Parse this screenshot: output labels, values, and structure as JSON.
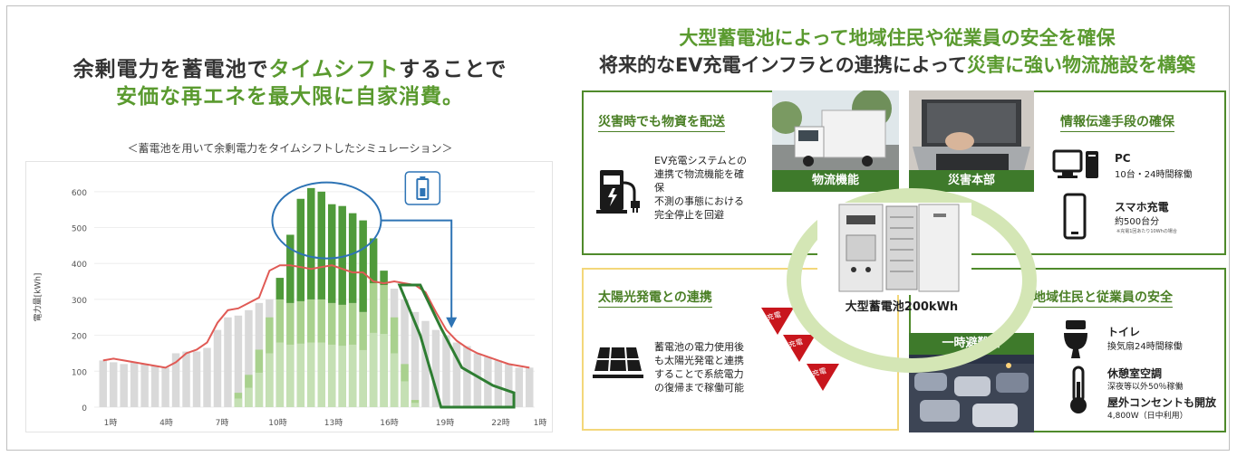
{
  "left": {
    "headline_line1_a": "余剰電力を蓄電池で",
    "headline_line1_b": "タイムシフト",
    "headline_line1_c": "することで",
    "headline_line2": "安価な再エネを最大限に自家消費。",
    "sim_caption": "＜蓄電池を用いて余剰電力をタイムシフトしたシミュレーション＞"
  },
  "chart_data": {
    "type": "bar",
    "ylabel": "電力量[kWh]",
    "ylim": [
      0,
      650
    ],
    "yticks": [
      "0",
      "100",
      "200",
      "300",
      "400",
      "500",
      "600"
    ],
    "xticks": [
      "1時",
      "4時",
      "7時",
      "10時",
      "13時",
      "16時",
      "19時",
      "22時",
      "1時"
    ],
    "series_demand_bars": [
      130,
      125,
      120,
      125,
      120,
      115,
      110,
      150,
      155,
      155,
      165,
      215,
      250,
      255,
      270,
      290,
      300,
      300,
      290,
      295,
      300,
      300,
      290,
      285,
      290,
      265,
      345,
      340,
      330,
      300,
      265,
      240,
      215,
      200,
      180,
      170,
      150,
      140,
      130,
      120,
      110,
      110
    ],
    "series_solar_bars": [
      0,
      0,
      0,
      0,
      0,
      0,
      0,
      0,
      0,
      0,
      0,
      0,
      0,
      40,
      90,
      160,
      250,
      360,
      480,
      580,
      610,
      600,
      565,
      560,
      540,
      520,
      470,
      380,
      250,
      120,
      20,
      0,
      0,
      0,
      0,
      0,
      0,
      0,
      0,
      0,
      0,
      0
    ],
    "demand_line": [
      130,
      135,
      130,
      125,
      120,
      115,
      110,
      125,
      150,
      160,
      180,
      235,
      270,
      275,
      290,
      305,
      380,
      395,
      395,
      390,
      385,
      390,
      395,
      385,
      375,
      375,
      350,
      345,
      350,
      345,
      340,
      320,
      265,
      215,
      185,
      165,
      150,
      140,
      130,
      120,
      115,
      110
    ],
    "shift_polygon": [
      [
        29,
        340
      ],
      [
        31,
        340
      ],
      [
        33,
        220
      ],
      [
        35,
        110
      ],
      [
        38,
        60
      ],
      [
        40,
        40
      ],
      [
        40,
        0
      ],
      [
        33,
        0
      ],
      [
        31,
        200
      ]
    ]
  },
  "right": {
    "title1": "大型蓄電池によって地域住民や従業員の安全を確保",
    "title2_a": "将来的なEV充電インフラとの連携によって",
    "title2_b": "災害に強い物流施設を構築",
    "box_logistics": {
      "title": "災害時でも物資を配送",
      "text": "EV充電システムとの\n連携で物流機能を確\n保\n不測の事態における\n完全停止を回避",
      "photo_label": "物流機能"
    },
    "box_info": {
      "title": "情報伝達手段の確保",
      "photo_label": "災害本部",
      "pc_label": "PC",
      "pc_detail": "10台・24時間稼働",
      "phone_label": "スマホ充電",
      "phone_detail": "約500台分",
      "phone_note": "※充電1回あたり10Whの場合"
    },
    "box_solar": {
      "title": "太陽光発電との連携",
      "text": "蓄電池の電力使用後\nも太陽光発電と連携\nすることで系統電力\nの復帰まで稼働可能",
      "charge_labels": [
        "充電",
        "充電",
        "充電"
      ]
    },
    "box_safety": {
      "title": "地域住民と従業員の安全",
      "photo_label": "一時避難所",
      "toilet_label": "トイレ",
      "toilet_detail": "換気扇24時間稼働",
      "room_label": "休憩室空調",
      "room_detail": "深夜等以外50％稼働",
      "outlet_label": "屋外コンセントも開放",
      "outlet_detail": "4,800W（日中利用）"
    },
    "battery_label": "大型蓄電池200kWh"
  },
  "colors": {
    "accent_green": "#5a9a2f",
    "dark_green": "#3e7a2b",
    "light_green_ring": "#d4e6b5",
    "demand_line": "#e05a55",
    "charge_red": "#c8161d"
  }
}
